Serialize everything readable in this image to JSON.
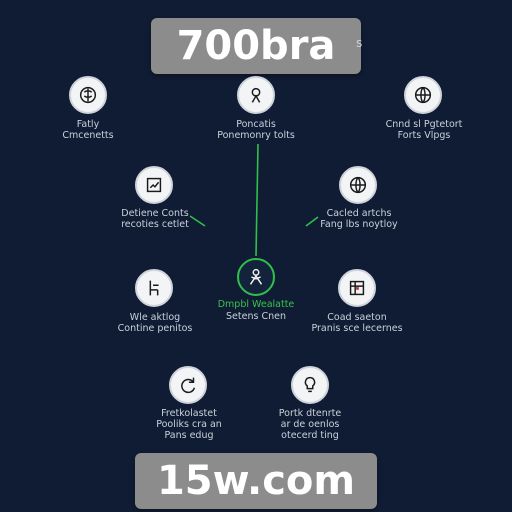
{
  "watermarks": {
    "top": "700bra",
    "bottom": "15w.com"
  },
  "top_glyph": "s",
  "center": {
    "line1": "Dmpbl Wealatte",
    "line2": "Setens Cnen"
  },
  "nodes": [
    {
      "icon": "brain-icon",
      "line1": "Fatly",
      "line2": "Cmcenetts"
    },
    {
      "icon": "person-icon",
      "line1": "Poncatis",
      "line2": "Ponemonry tolts"
    },
    {
      "icon": "globe-icon",
      "line1": "Cnnd sl Pgtetort",
      "line2": "Forts Vlpgs"
    },
    {
      "icon": "chart-icon",
      "line1": "Detiene Conts",
      "line2": "recoties cetlet"
    },
    {
      "icon": "globe-icon",
      "line1": "Cacled artchs",
      "line2": "Fang lbs noytloy"
    },
    {
      "icon": "chair-icon",
      "line1": "Wle aktlog",
      "line2": "Contine penitos"
    },
    {
      "icon": "grid-chart-icon",
      "line1": "Coad saeton",
      "line2": "Pranis sce lecernes"
    },
    {
      "icon": "refresh-icon",
      "line1": "Fretkolastet",
      "line2": "Pooliks cra an",
      "line3": "Pans edug"
    },
    {
      "icon": "bulb-icon",
      "line1": "Portk dtenrte",
      "line2": "ar de oenlos",
      "line3": "otecerd ting"
    }
  ]
}
